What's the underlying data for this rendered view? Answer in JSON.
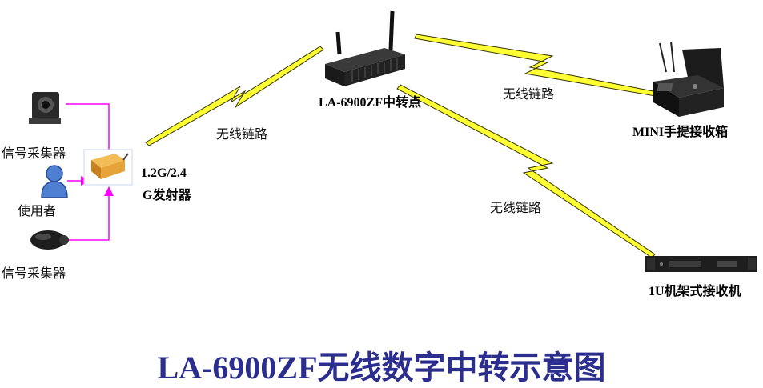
{
  "labels": {
    "relay": "LA-6900ZF中转点",
    "mini_box": "MINI手提接收箱",
    "rack": "1U机架式接收机",
    "transmitter_line1": "1.2G/2.4",
    "transmitter_line2": "G发射器",
    "collector_top": "信号采集器",
    "user": "使用者",
    "collector_bottom": "信号采集器",
    "link_1": "无线链路",
    "link_2": "无线链路",
    "link_3": "无线链路"
  },
  "title": "LA-6900ZF无线数字中转示意图",
  "colors": {
    "title": "#2b2e8c",
    "link_fill": "#ffff33",
    "link_stroke": "#333300",
    "signal_arrow": "#ff00ff",
    "transmitter": "#e6a33a"
  }
}
